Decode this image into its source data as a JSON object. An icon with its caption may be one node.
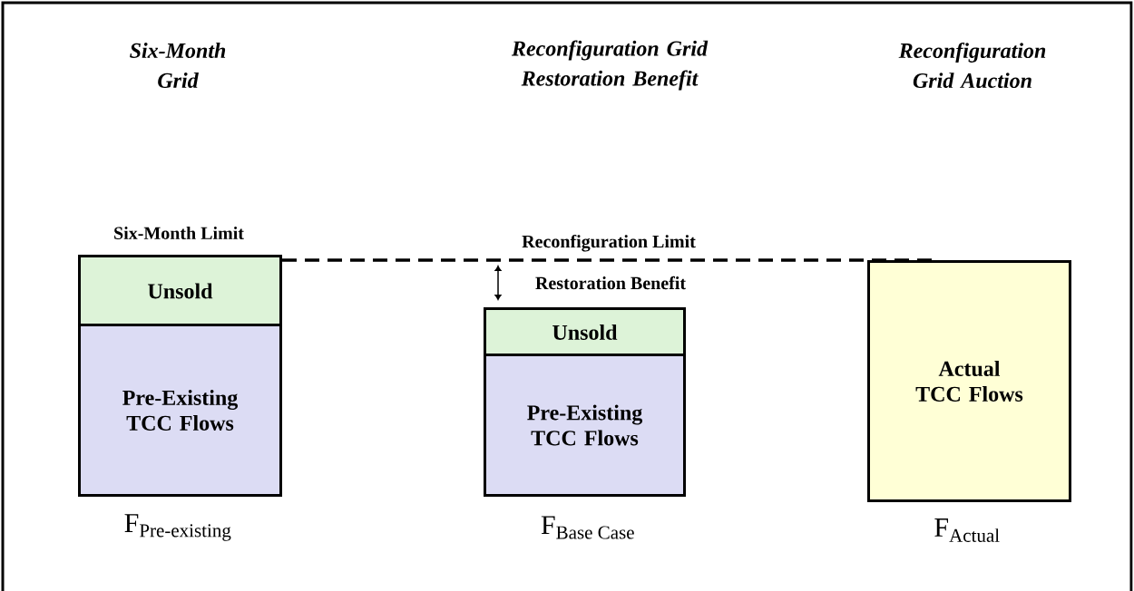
{
  "diagram": {
    "nodes": [
      {
        "text": [
          "Unsold"
        ]
      },
      {
        "text": [
          "Pre-Existing TCC Flows"
        ],
        "beside": [
          "\\text{F}_{\\text{Pre-existing}}"
        ]
      },
      {
        "text": [
          "Unsold"
        ]
      },
      {
        "text": [
          "Pre-Existing TCC Flows"
        ],
        "beside": [
          "\\text{F}_{\\text{Base Case}}"
        ]
      },
      {
        "text": [
          "Actual TCC Flows"
        ],
        "beside": [
          "\\text{F}_{\\text{Actual}}"
        ]
      }
    ],
    "edges": [
      {
        "from": 0,
        "to": 4,
        "arrow": "none",
        "style": "dashed",
        "label": "Reconfiguration Limit"
      }
    ],
    "labels": [
      "Six-Month Grid",
      "Reconfiguration Grid Restoration Benefit",
      "Reconfiguration Grid Auction",
      "Six-Month Limit",
      "Restoration Benefit"
    ]
  }
}
